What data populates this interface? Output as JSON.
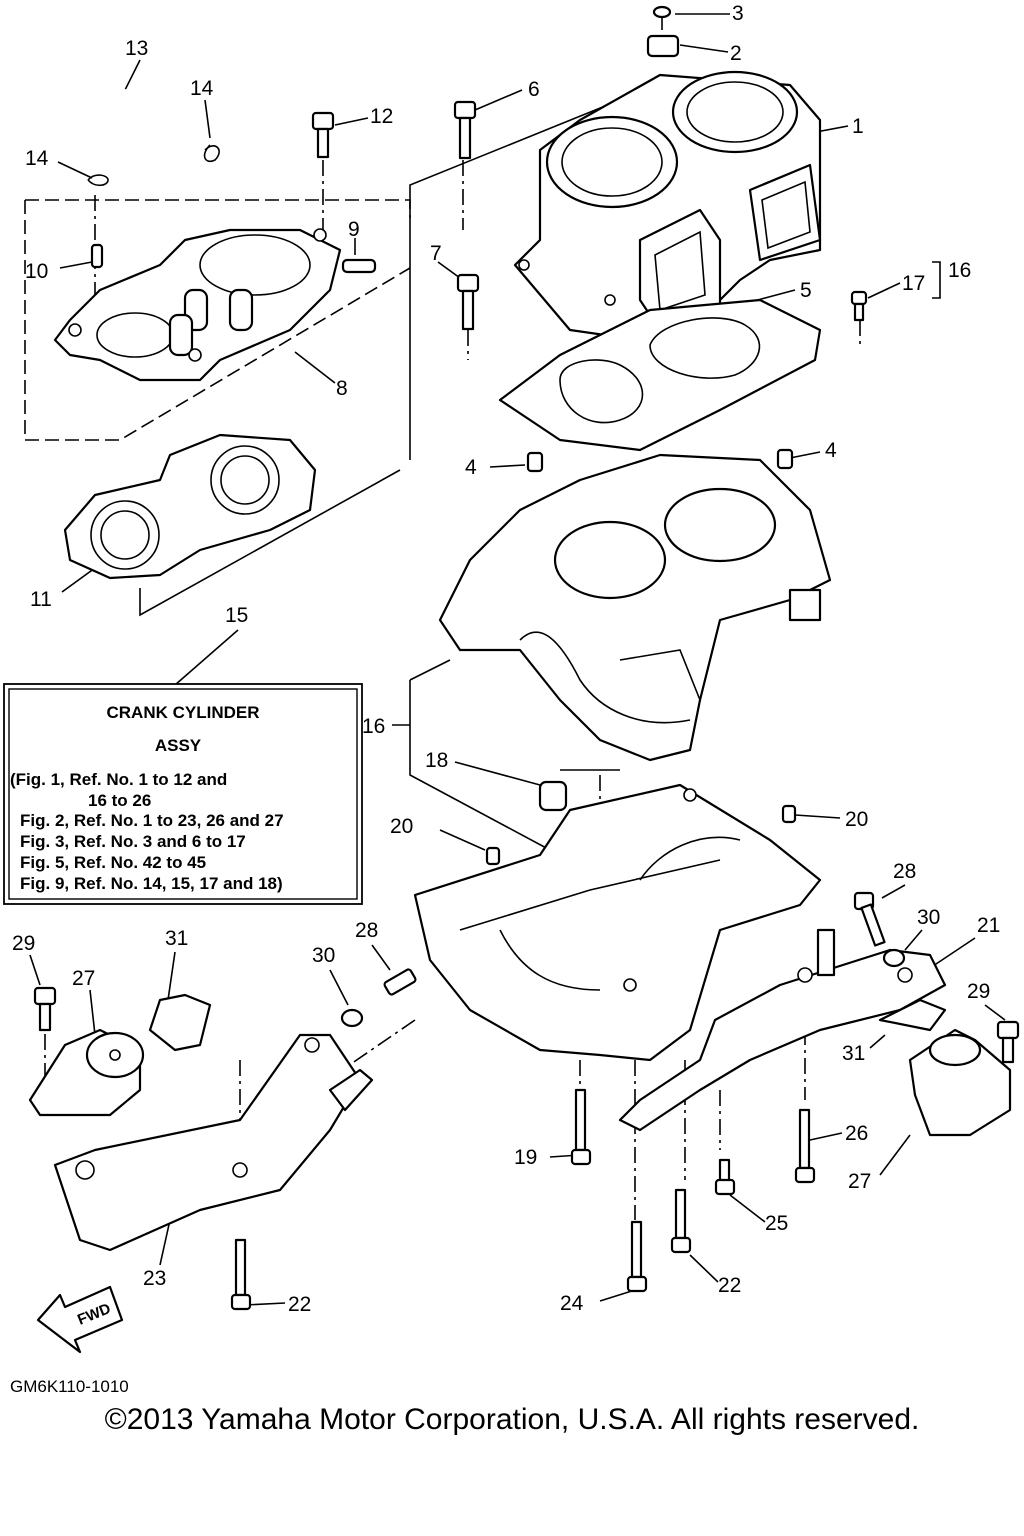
{
  "callouts": [
    {
      "n": "3"
    },
    {
      "n": "2"
    },
    {
      "n": "1"
    },
    {
      "n": "13"
    },
    {
      "n": "14"
    },
    {
      "n": "14"
    },
    {
      "n": "12"
    },
    {
      "n": "6"
    },
    {
      "n": "9"
    },
    {
      "n": "10"
    },
    {
      "n": "8"
    },
    {
      "n": "7"
    },
    {
      "n": "5"
    },
    {
      "n": "17"
    },
    {
      "n": "16"
    },
    {
      "n": "4"
    },
    {
      "n": "4"
    },
    {
      "n": "11"
    },
    {
      "n": "15"
    },
    {
      "n": "16"
    },
    {
      "n": "18"
    },
    {
      "n": "20"
    },
    {
      "n": "20"
    },
    {
      "n": "28"
    },
    {
      "n": "30"
    },
    {
      "n": "21"
    },
    {
      "n": "29"
    },
    {
      "n": "27"
    },
    {
      "n": "31"
    },
    {
      "n": "30"
    },
    {
      "n": "28"
    },
    {
      "n": "29"
    },
    {
      "n": "31"
    },
    {
      "n": "26"
    },
    {
      "n": "27"
    },
    {
      "n": "19"
    },
    {
      "n": "25"
    },
    {
      "n": "22"
    },
    {
      "n": "24"
    },
    {
      "n": "23"
    },
    {
      "n": "22"
    }
  ],
  "assy_box": {
    "title_line1": "CRANK CYLINDER",
    "title_line2": "ASSY",
    "refs": [
      "(Fig. 1, Ref. No. 1 to 12 and",
      "16 to 26",
      "Fig. 2, Ref. No. 1 to 23, 26 and 27",
      "Fig. 3, Ref. No. 3 and 6 to 17",
      "Fig. 5, Ref. No. 42 to 45",
      "Fig. 9, Ref. No. 14, 15, 17 and 18)"
    ]
  },
  "fwd_label": "FWD",
  "diagram_code": "GM6K110-1010",
  "copyright": "©2013 Yamaha Motor Corporation, U.S.A. All rights reserved."
}
